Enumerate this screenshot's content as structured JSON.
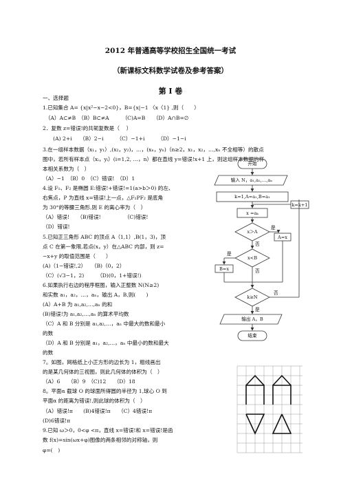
{
  "titles": {
    "main": "2012 年普通高等学校招生全国统一考试",
    "sub": "（新课标文科数学试卷及参考答案）",
    "part": "第 I 卷"
  },
  "lines": [
    "一、选择题",
    "1.已知集合 A= {x|x²−x−2<0}，B={x|−1 〈x〈1} ,则（　　）",
    "　（A）A⊂≠B　（B）B⊂≠A　　　（C)A=B　　（D）A∩B=∅",
    "2．复数 z=错误!的共轭复数是（　 ）",
    "　　(A) 2+i　　（B）2−i　　　（C）−1+i　　　（D）−1−i",
    "3.在一组样本数据（x₁，y₁）,(x₂，y₂)，…，(xₙ，yₙ)（n≥2，x₁，x₂，…,xₙ 不全相等）的散点",
    "图中，若所有样本点（xᵢ，yᵢ）(i=1,2, …，n）都在直线 y=错误!x+1 上，则这组样本数据的样",
    "本相关系数为（　）",
    "（A）−1　（B）0　（C）错误!　（D）1",
    "4.设 F₁、F₂ 是椭圆 E:错误!+错误!=1(a>b＞0) 的左、",
    "右焦点，P 为直线 x=错误!上一点，△F₁PF₂ 是底角",
    "为 30°的等腰三角形,则 E 的离心率为（　）",
    "（A）错误!　　（B)错误!　　　　　（C)错误!",
    "（D）错误!",
    "5.已知正三角形 ABC 的顶点 A（1,1）,B(1，3)，顶",
    "点 C 在第一象限,若点(x，y）在△ABC 内部，则 z=",
    "−x+y 的取值范围是（　　）",
    "(A)（1−错误!,2）　　（B)（0，2）",
    "（C）(√3−1，2)　　　（D)(0，1+错误!)",
    "6.如果执行右边的程序框图，输入正整数 N(N≥2)",
    "和实数 a₁，a₂，…，aₙ，输出 A，B,则(　　)",
    "(A）A+B 为 a₁,a₂,…,aₙ 的和",
    "(B)错误!为 a₁,a₂,…,aₙ 的算术平均数",
    "（C）A 和 B 分别是 a₁,a₂,…，aₙ 中最大的数和最小",
    "的数",
    "（D）A 和 B 分别是 a₁，a₂,…，aₙ 中最小的数和最大",
    "的数",
    "7。如图，网格纸上小正方形的边长为 1，粗线画出",
    "的是某几何体的三视图，则此几何体的体积为（　）",
    "（A）6　　（B）9　（C)12　　（D）18",
    "8。平面α 截球 O 的球面所得圆的半径为 1,球心 O 到",
    "平面α 的距离为错误!,则此球的体积为（　）",
    "（A）错误!π　　(B)4错误!π　　（C）4错误!π",
    "(D)6错误!π",
    "9.已知 ω＞0，0<φ <π，直线 x=错误!和 x=错误!是函",
    "数 f(x)=sin(ωx+φ)图像的两条相邻的对称轴，则",
    "φ=(　)"
  ],
  "flowchart": {
    "start": "开始",
    "input": "输入 N，a₁,a₂,…,aₙ",
    "init": "k=1,A=a₁,B=a₁",
    "assign": "x =aₖ",
    "cond1": "x＞A",
    "setA": "A=x",
    "cond2": "x<B",
    "setB": "B=x",
    "cond3": "k≥N",
    "inc": "k=k+1",
    "output": "输出 A，B",
    "end": "结束",
    "yes": "是",
    "no": "否"
  }
}
